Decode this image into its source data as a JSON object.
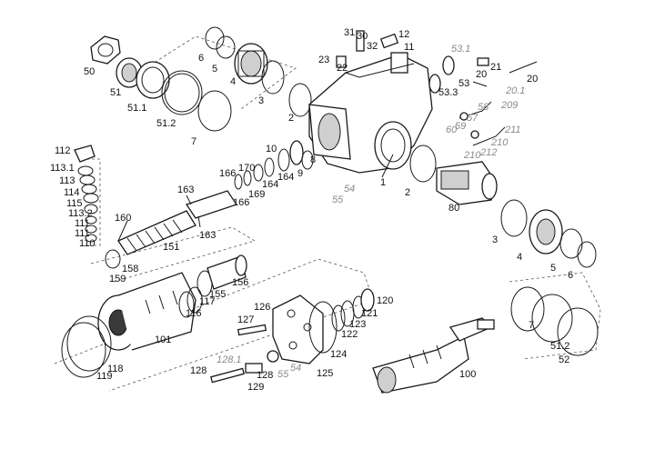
{
  "diagram": {
    "callouts": [
      {
        "text": "50",
        "style": "normal"
      },
      {
        "text": "51",
        "style": "normal"
      },
      {
        "text": "51.1",
        "style": "normal"
      },
      {
        "text": "51.2",
        "style": "normal"
      },
      {
        "text": "7",
        "style": "normal"
      },
      {
        "text": "6",
        "style": "normal"
      },
      {
        "text": "5",
        "style": "normal"
      },
      {
        "text": "4",
        "style": "normal"
      },
      {
        "text": "3",
        "style": "normal"
      },
      {
        "text": "2",
        "style": "normal"
      },
      {
        "text": "31",
        "style": "normal"
      },
      {
        "text": "30",
        "style": "normal"
      },
      {
        "text": "32",
        "style": "normal"
      },
      {
        "text": "12",
        "style": "normal"
      },
      {
        "text": "11",
        "style": "normal"
      },
      {
        "text": "23",
        "style": "normal"
      },
      {
        "text": "22",
        "style": "normal"
      },
      {
        "text": "53.1",
        "style": "alt"
      },
      {
        "text": "53",
        "style": "normal"
      },
      {
        "text": "21",
        "style": "normal"
      },
      {
        "text": "20",
        "style": "normal"
      },
      {
        "text": "20",
        "style": "normal"
      },
      {
        "text": "20.1",
        "style": "alt"
      },
      {
        "text": "53.3",
        "style": "normal"
      },
      {
        "text": "58",
        "style": "alt"
      },
      {
        "text": "209",
        "style": "alt"
      },
      {
        "text": "57",
        "style": "alt"
      },
      {
        "text": "60",
        "style": "alt"
      },
      {
        "text": "59",
        "style": "alt"
      },
      {
        "text": "211",
        "style": "alt"
      },
      {
        "text": "210",
        "style": "alt"
      },
      {
        "text": "210",
        "style": "alt"
      },
      {
        "text": "212",
        "style": "alt"
      },
      {
        "text": "10",
        "style": "normal"
      },
      {
        "text": "8",
        "style": "normal"
      },
      {
        "text": "9",
        "style": "normal"
      },
      {
        "text": "170",
        "style": "normal"
      },
      {
        "text": "166",
        "style": "normal"
      },
      {
        "text": "164",
        "style": "normal"
      },
      {
        "text": "164",
        "style": "normal"
      },
      {
        "text": "169",
        "style": "normal"
      },
      {
        "text": "166",
        "style": "normal"
      },
      {
        "text": "163",
        "style": "normal"
      },
      {
        "text": "1",
        "style": "normal"
      },
      {
        "text": "54",
        "style": "alt"
      },
      {
        "text": "55",
        "style": "alt"
      },
      {
        "text": "2",
        "style": "normal"
      },
      {
        "text": "112",
        "style": "normal"
      },
      {
        "text": "113.1",
        "style": "normal"
      },
      {
        "text": "113",
        "style": "normal"
      },
      {
        "text": "114",
        "style": "normal"
      },
      {
        "text": "115",
        "style": "normal"
      },
      {
        "text": "113.2",
        "style": "normal"
      },
      {
        "text": "111",
        "style": "normal"
      },
      {
        "text": "111",
        "style": "normal"
      },
      {
        "text": "110",
        "style": "normal"
      },
      {
        "text": "160",
        "style": "normal"
      },
      {
        "text": "163",
        "style": "normal"
      },
      {
        "text": "151",
        "style": "normal"
      },
      {
        "text": "158",
        "style": "normal"
      },
      {
        "text": "159",
        "style": "normal"
      },
      {
        "text": "80",
        "style": "normal"
      },
      {
        "text": "3",
        "style": "normal"
      },
      {
        "text": "4",
        "style": "normal"
      },
      {
        "text": "5",
        "style": "normal"
      },
      {
        "text": "6",
        "style": "normal"
      },
      {
        "text": "155",
        "style": "normal"
      },
      {
        "text": "156",
        "style": "normal"
      },
      {
        "text": "117",
        "style": "normal"
      },
      {
        "text": "116",
        "style": "normal"
      },
      {
        "text": "126",
        "style": "normal"
      },
      {
        "text": "127",
        "style": "normal"
      },
      {
        "text": "120",
        "style": "normal"
      },
      {
        "text": "121",
        "style": "normal"
      },
      {
        "text": "123",
        "style": "normal"
      },
      {
        "text": "122",
        "style": "normal"
      },
      {
        "text": "101",
        "style": "normal"
      },
      {
        "text": "124",
        "style": "normal"
      },
      {
        "text": "118",
        "style": "normal"
      },
      {
        "text": "119",
        "style": "normal"
      },
      {
        "text": "128.1",
        "style": "alt"
      },
      {
        "text": "128",
        "style": "normal"
      },
      {
        "text": "128",
        "style": "normal"
      },
      {
        "text": "55",
        "style": "alt"
      },
      {
        "text": "54",
        "style": "alt"
      },
      {
        "text": "125",
        "style": "normal"
      },
      {
        "text": "129",
        "style": "normal"
      },
      {
        "text": "100",
        "style": "normal"
      },
      {
        "text": "7",
        "style": "normal"
      },
      {
        "text": "51.2",
        "style": "normal"
      },
      {
        "text": "52",
        "style": "normal"
      }
    ]
  }
}
